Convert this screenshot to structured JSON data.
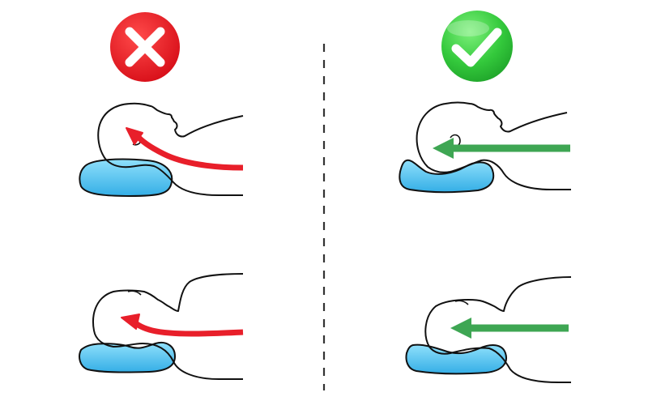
{
  "colors": {
    "wrong": "#e81f2a",
    "correct": "#3ea653",
    "pillow_light": "#6fd2f6",
    "pillow_mid": "#3db5ea",
    "outline": "#111111"
  },
  "badges": [
    {
      "kind": "wrong",
      "icon": "cross-icon"
    },
    {
      "kind": "correct",
      "icon": "checkmark-icon"
    }
  ],
  "panels": [
    {
      "position": "top-left",
      "verdict": "wrong",
      "posture": "supine-neck-overextended"
    },
    {
      "position": "top-right",
      "verdict": "correct",
      "posture": "supine-spine-aligned"
    },
    {
      "position": "bottom-left",
      "verdict": "wrong",
      "posture": "side-neck-bent-up"
    },
    {
      "position": "bottom-right",
      "verdict": "correct",
      "posture": "side-spine-aligned"
    }
  ]
}
